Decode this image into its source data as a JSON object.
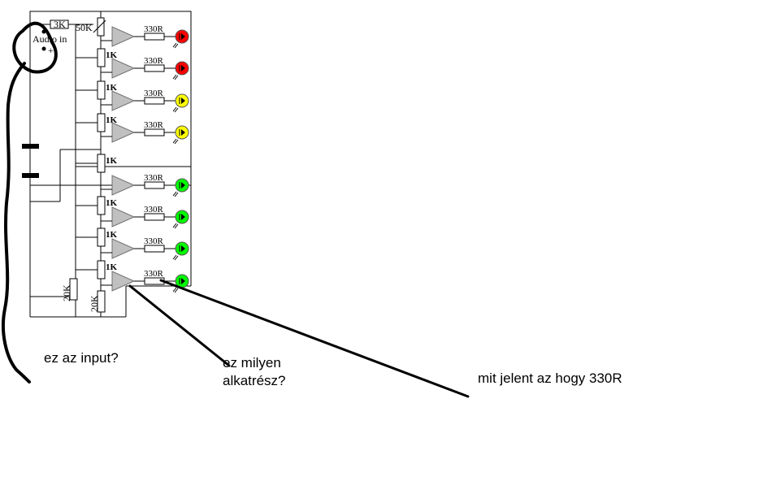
{
  "circuit": {
    "input_resistor": "3K",
    "input_label": "Audio in",
    "input_plus": "+",
    "pot_label": "50K",
    "divider_label": "1K",
    "led_resistor_label": "330R",
    "bottom_resistor_a": "20K",
    "bottom_resistor_b": "20K",
    "led_colors": [
      "#ff0000",
      "#ff0000",
      "#ffff00",
      "#ffff00",
      "#00ff00",
      "#00ff00",
      "#00ff00",
      "#00ff00"
    ]
  },
  "annotations": {
    "input_question": "ez az input?",
    "component_question_line1": "ez milyen",
    "component_question_line2": "alkatrész?",
    "resistor_question": "mit jelent az hogy 330R"
  }
}
